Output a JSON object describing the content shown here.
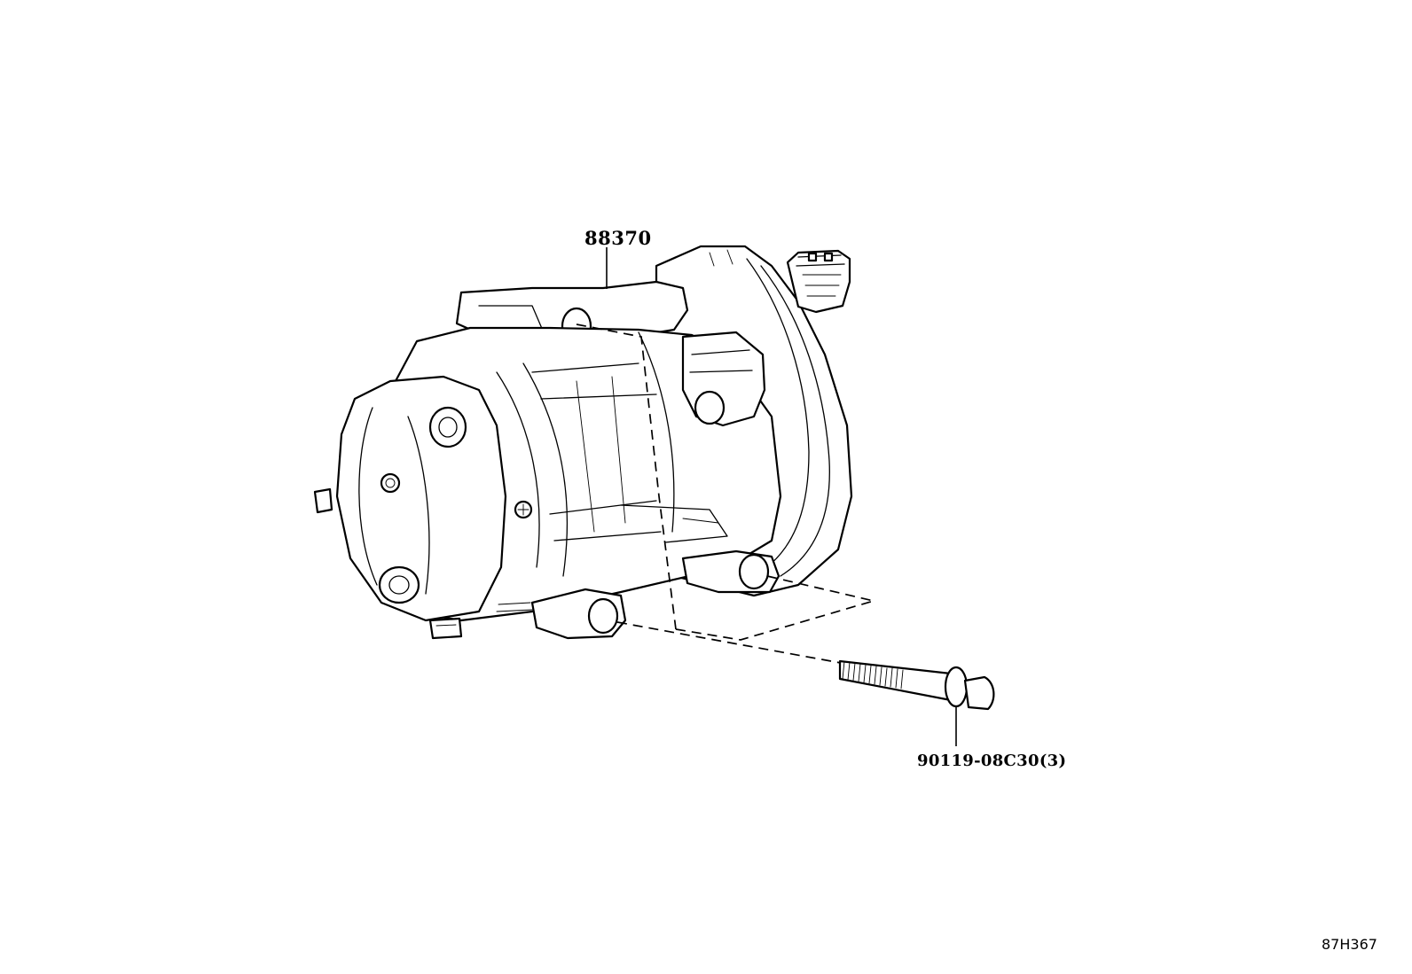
{
  "parts": [
    {
      "part_number": "88370"
    },
    {
      "part_number": "90119-08C30(3)"
    }
  ],
  "diagram_code": "87H367",
  "colors": {
    "line": "#000000",
    "background": "#ffffff"
  }
}
